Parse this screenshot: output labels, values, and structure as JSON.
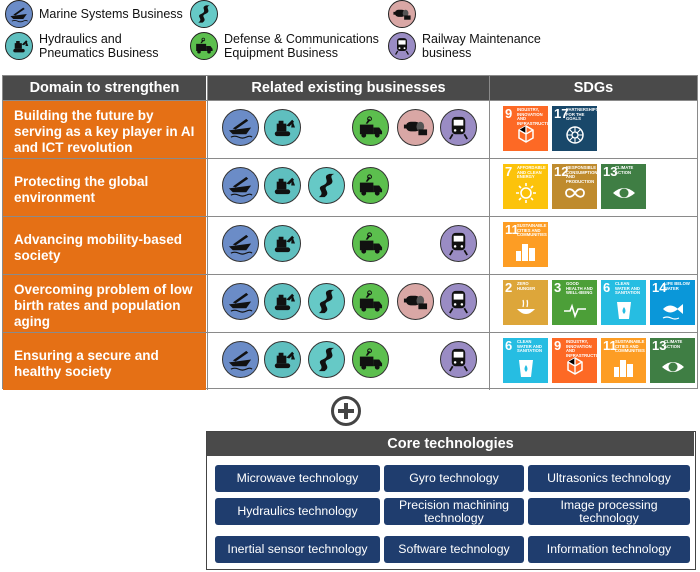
{
  "legend": [
    {
      "id": "marine",
      "label": "Marine Systems Business",
      "icon": "ship-icon",
      "color": "#6b8cc7"
    },
    {
      "id": "ecosystem",
      "label": "",
      "icon": "river-icon",
      "color": "#66c9c6"
    },
    {
      "id": "printing",
      "label": "",
      "icon": "roll-icon",
      "color": "#d9a7a5"
    },
    {
      "id": "hydraulics",
      "label": "Hydraulics and\nPneumatics Business",
      "icon": "excavator-icon",
      "color": "#5fbfbf"
    },
    {
      "id": "defense",
      "label": "Defense & Communications\nEquipment Business",
      "icon": "radar-truck-icon",
      "color": "#5cbf4e"
    },
    {
      "id": "railway",
      "label": "Railway Maintenance\nbusiness",
      "icon": "train-icon",
      "color": "#9a8cc4"
    }
  ],
  "headers": {
    "domain": "Domain to strengthen",
    "businesses": "Related existing businesses",
    "sdgs": "SDGs"
  },
  "rows": [
    {
      "domain": "Building the future by serving as a key player in AI and ICT revolution",
      "businesses": [
        "marine",
        "hydraulics",
        "defense",
        "printing",
        "railway"
      ],
      "sdgs": [
        9,
        17
      ]
    },
    {
      "domain": "Protecting the global environment",
      "businesses": [
        "marine",
        "hydraulics",
        "ecosystem",
        "defense"
      ],
      "sdgs": [
        7,
        12,
        13
      ]
    },
    {
      "domain": "Advancing mobility-based society",
      "businesses": [
        "marine",
        "hydraulics",
        "defense",
        "railway"
      ],
      "sdgs": [
        11
      ]
    },
    {
      "domain": "Overcoming problem of low birth rates and population aging",
      "businesses": [
        "marine",
        "hydraulics",
        "ecosystem",
        "defense",
        "printing",
        "railway"
      ],
      "sdgs": [
        2,
        3,
        6,
        14
      ]
    },
    {
      "domain": "Ensuring a secure and healthy society",
      "businesses": [
        "marine",
        "hydraulics",
        "ecosystem",
        "defense",
        "railway"
      ],
      "sdgs": [
        6,
        9,
        11,
        13
      ]
    }
  ],
  "sdg_info": {
    "2": {
      "label": "Zero hunger",
      "color": "#dda63a"
    },
    "3": {
      "label": "Good health and well-being",
      "color": "#4c9f38"
    },
    "6": {
      "label": "Clean water and sanitation",
      "color": "#26bde2"
    },
    "7": {
      "label": "Affordable and clean energy",
      "color": "#fcc30b"
    },
    "9": {
      "label": "Industry, innovation and infrastructure",
      "color": "#fd6925"
    },
    "11": {
      "label": "Sustainable cities and communities",
      "color": "#fd9d24"
    },
    "12": {
      "label": "Responsible consumption and production",
      "color": "#bf8b2e"
    },
    "13": {
      "label": "Climate action",
      "color": "#3f7e44"
    },
    "14": {
      "label": "Life below water",
      "color": "#0a97d9"
    },
    "17": {
      "label": "Partnerships for the goals",
      "color": "#19486a"
    }
  },
  "core": {
    "title": "Core technologies",
    "items": [
      "Microwave technology",
      "Gyro technology",
      "Ultrasonics technology",
      "Hydraulics technology",
      "Precision machining technology",
      "Image processing technology",
      "Inertial sensor technology",
      "Software technology",
      "Information technology"
    ]
  }
}
